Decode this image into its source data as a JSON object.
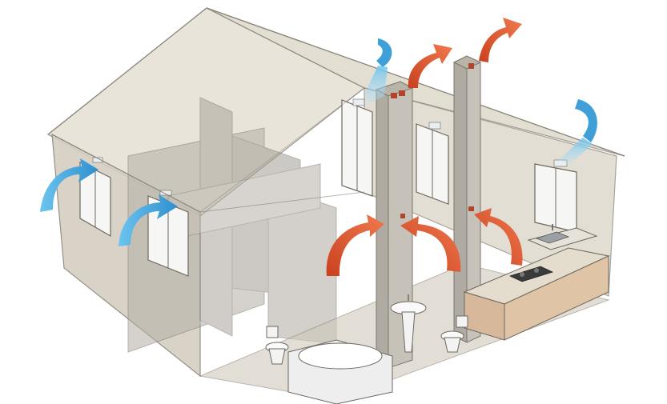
{
  "scene": "house-ventilation-cutaway",
  "colors": {
    "background": "#ffffff",
    "wall_fill": "#d8d3c8",
    "wall_stroke": "#8a857a",
    "roof_fill": "#e2dccf",
    "partition_fill": "#b9b5ad",
    "shaft_fill": "#c9c5bd",
    "fresh_air": "#3f9fd6",
    "exhaust_air": "#e0552e",
    "window_frame": "#ffffff",
    "fixture": "#f4f4f4"
  },
  "arrows": {
    "supply": [
      {
        "name": "left-wall-inflow-upper",
        "icon": "fresh-air-arrow"
      },
      {
        "name": "left-wall-inflow-lower",
        "icon": "fresh-air-arrow"
      },
      {
        "name": "roof-inflow-center",
        "icon": "fresh-air-arrow"
      },
      {
        "name": "right-wall-inflow",
        "icon": "fresh-air-arrow"
      }
    ],
    "exhaust": [
      {
        "name": "room-to-shaft-left",
        "icon": "exhaust-air-arrow"
      },
      {
        "name": "bathroom-to-shaft",
        "icon": "exhaust-air-arrow"
      },
      {
        "name": "kitchen-to-shaft",
        "icon": "exhaust-air-arrow"
      },
      {
        "name": "chimney-outflow-left",
        "icon": "exhaust-air-arrow"
      },
      {
        "name": "chimney-outflow-right",
        "icon": "exhaust-air-arrow"
      }
    ]
  },
  "fixtures": [
    "toilet",
    "bathtub",
    "washbasin",
    "toilet",
    "kitchen-sink",
    "cooktop"
  ]
}
